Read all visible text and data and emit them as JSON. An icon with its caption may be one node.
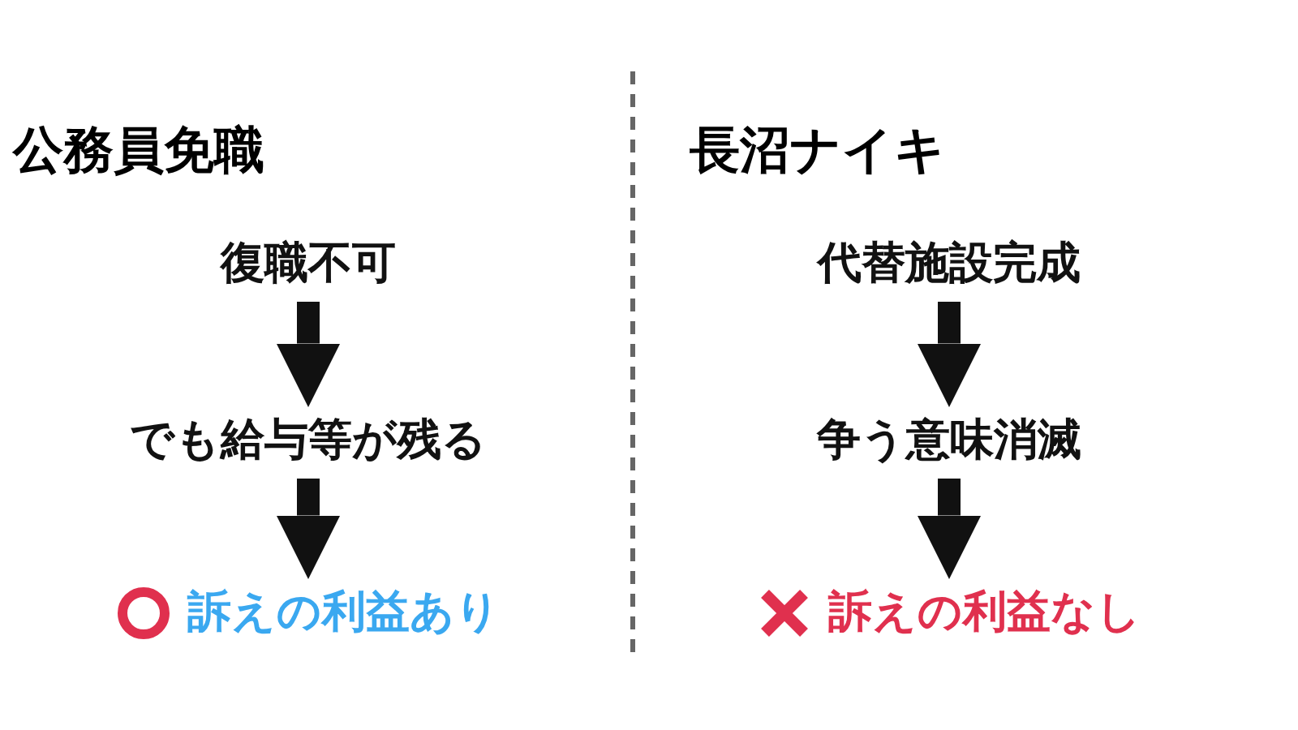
{
  "diagram": {
    "nodes": [
      {
        "text": [
          "復職不可"
        ]
      },
      {
        "text": [
          "でも給与等が残る"
        ]
      },
      {
        "text": [
          "訴えの利益あり"
        ]
      },
      {
        "text": [
          "代替施設完成"
        ]
      },
      {
        "text": [
          "争う意味消滅"
        ]
      },
      {
        "text": [
          "訴えの利益なし"
        ]
      }
    ],
    "edges": [
      {
        "from": 0,
        "to": 1,
        "arrow": "to"
      },
      {
        "from": 1,
        "to": 2,
        "arrow": "to"
      },
      {
        "from": 3,
        "to": 4,
        "arrow": "to"
      },
      {
        "from": 4,
        "to": 5,
        "arrow": "to"
      }
    ],
    "labels": [
      "公務員免職",
      "長沼ナイキ"
    ]
  }
}
